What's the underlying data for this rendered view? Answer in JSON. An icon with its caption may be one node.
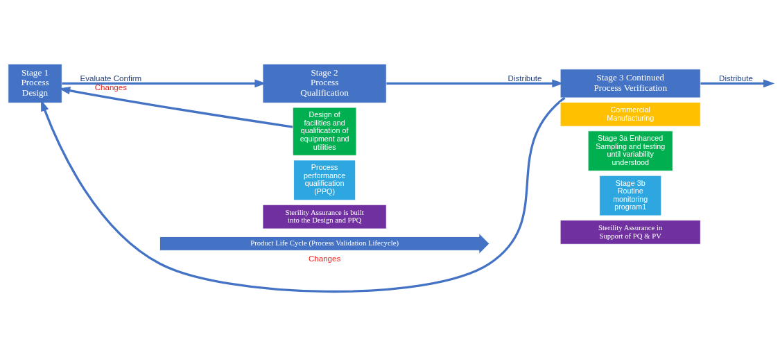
{
  "diagram": {
    "nodes": [
      {
        "text": [
          "Stage 1 Process Design"
        ]
      },
      {
        "text": [
          "Stage 2 Process Qualification"
        ]
      },
      {
        "text": [
          "Design of facilities and qualification of equipment and utilities"
        ]
      },
      {
        "text": [
          "Process performance qualification (PPQ)"
        ]
      },
      {
        "text": [
          "Sterility Assurance is built into the Design and PPQ"
        ]
      },
      {
        "text": [
          "Stage 3 Continued Process Verification"
        ]
      },
      {
        "text": [
          "Commercial Manufacturing"
        ]
      },
      {
        "text": [
          "Stage 3a Enhanced Sampling and testing until variability understood"
        ]
      },
      {
        "text": [
          "Stage 3b Routine monitoring program1"
        ]
      },
      {
        "text": [
          "Sterility Assurance in Support of PQ & PV"
        ]
      },
      {
        "text": [
          "Product Life Cycle (Process Validation Lifecycle)"
        ]
      }
    ],
    "edges": [
      {
        "from": 0,
        "to": 1,
        "arrow": "to",
        "label": "Evaluate Confirm"
      },
      {
        "from": 1,
        "to": 5,
        "arrow": "to",
        "label": "Distribute"
      },
      {
        "from": 5,
        "to": null,
        "arrow": "to",
        "label": "Distribute"
      },
      {
        "from": 5,
        "to": 0,
        "arrow": "to",
        "label": "Changes"
      },
      {
        "from": 2,
        "to": 0,
        "arrow": "to",
        "label": "Changes"
      }
    ]
  }
}
